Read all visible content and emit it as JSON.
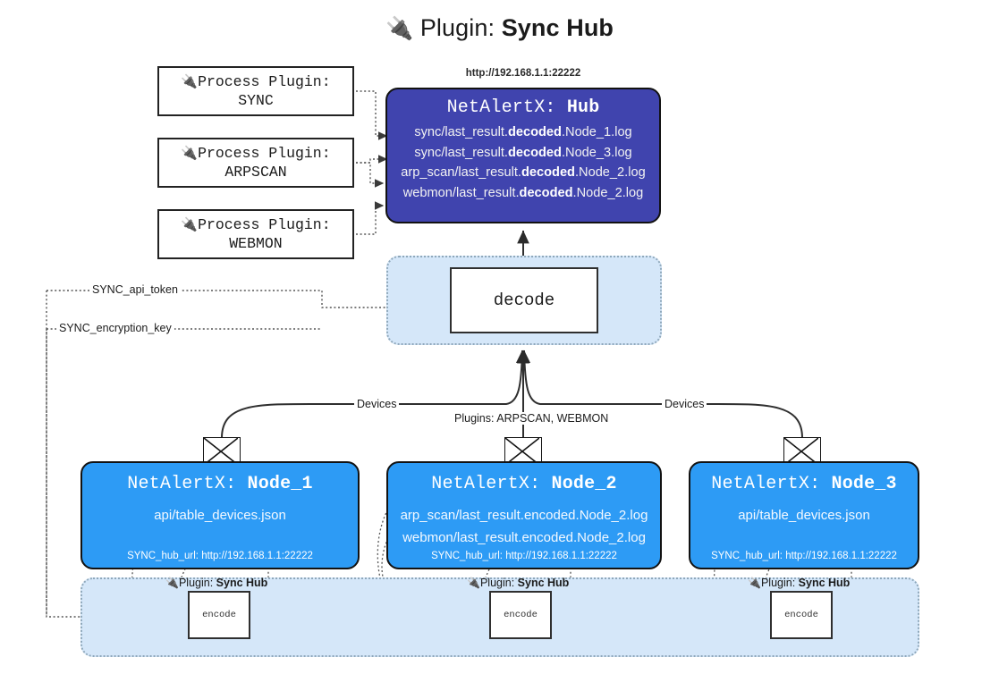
{
  "title": {
    "icon": "plug-icon",
    "label": "Plugin:",
    "strong": "Sync Hub"
  },
  "process_plugins": [
    {
      "icon": "plug-icon",
      "line1": "Process Plugin:",
      "line2": "SYNC"
    },
    {
      "icon": "plug-icon",
      "line1": "Process Plugin:",
      "line2": "ARPSCAN"
    },
    {
      "icon": "plug-icon",
      "line1": "Process Plugin:",
      "line2": "WEBMON"
    }
  ],
  "hub": {
    "url": "http://192.168.1.1:22222",
    "title_prefix": "NetAlertX: ",
    "title_strong": "Hub",
    "color": "#4044AE",
    "lines": [
      {
        "pre": "sync/last_result.",
        "bold": "decoded",
        "post": ".Node_1.log"
      },
      {
        "pre": "sync/last_result.",
        "bold": "decoded",
        "post": ".Node_3.log"
      },
      {
        "pre": "arp_scan/last_result.",
        "bold": "decoded",
        "post": ".Node_2.log"
      },
      {
        "pre": "webmon/last_result.",
        "bold": "decoded",
        "post": ".Node_2.log"
      }
    ]
  },
  "decode": {
    "label": "decode",
    "band_color": "#D5E7F9"
  },
  "config_edges": {
    "api_token": "SYNC_api_token",
    "encryption_key": "SYNC_encryption_key"
  },
  "flow_labels": {
    "devices_left": "Devices",
    "plugins_center": "Plugins: ARPSCAN, WEBMON",
    "devices_right": "Devices"
  },
  "nodes": [
    {
      "title_prefix": "NetAlertX: ",
      "title_strong": "Node_1",
      "color": "#2D9BF5",
      "lines": [
        "api/table_devices.json"
      ],
      "hub_url": "SYNC_hub_url: http://192.168.1.1:22222",
      "envelope_icon": "envelope-icon"
    },
    {
      "title_prefix": "NetAlertX: ",
      "title_strong": "Node_2",
      "color": "#2D9BF5",
      "lines": [
        "arp_scan/last_result.encoded.Node_2.log",
        "webmon/last_result.encoded.Node_2.log"
      ],
      "hub_url": "SYNC_hub_url: http://192.168.1.1:22222",
      "envelope_icon": "envelope-icon"
    },
    {
      "title_prefix": "NetAlertX: ",
      "title_strong": "Node_3",
      "color": "#2D9BF5",
      "lines": [
        "api/table_devices.json"
      ],
      "hub_url": "SYNC_hub_url: http://192.168.1.1:22222",
      "envelope_icon": "envelope-icon"
    }
  ],
  "encoders": [
    {
      "caption_icon": "plug-icon",
      "caption_label": "Plugin:",
      "caption_strong": "Sync Hub",
      "box_label": "encode"
    },
    {
      "caption_icon": "plug-icon",
      "caption_label": "Plugin:",
      "caption_strong": "Sync Hub",
      "box_label": "encode"
    },
    {
      "caption_icon": "plug-icon",
      "caption_label": "Plugin:",
      "caption_strong": "Sync Hub",
      "box_label": "encode"
    }
  ]
}
